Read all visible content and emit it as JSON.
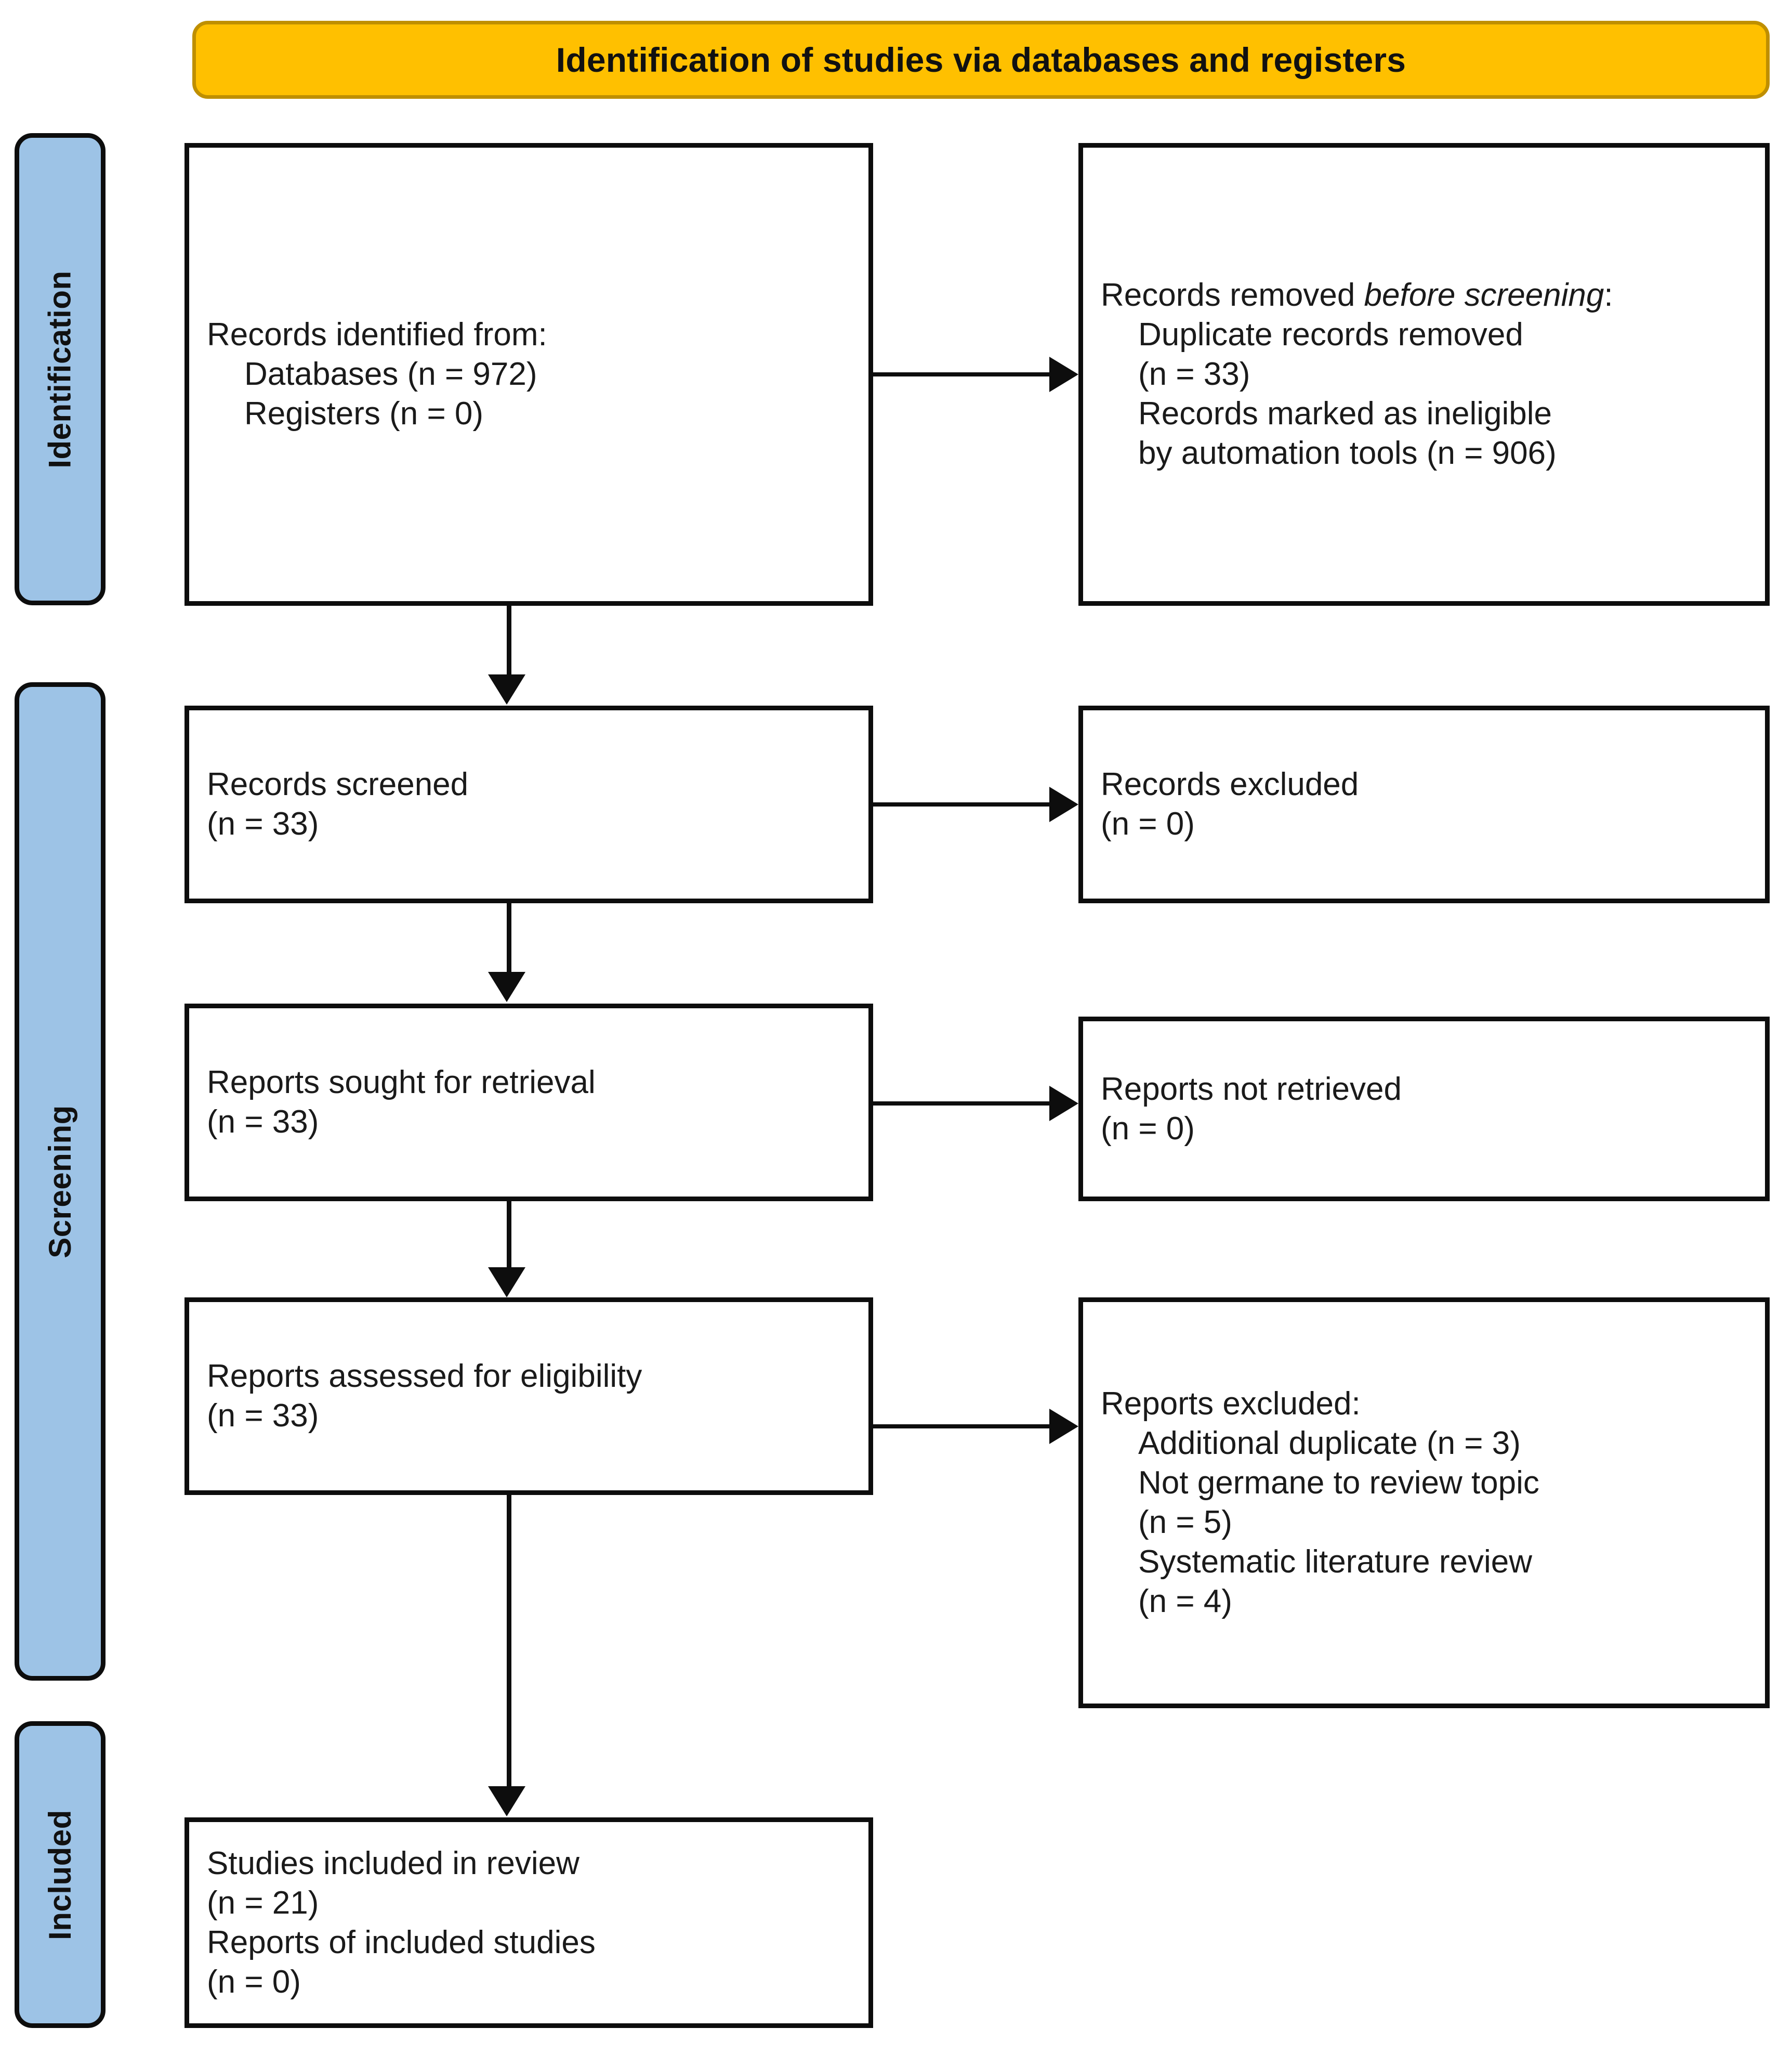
{
  "banner": {
    "title": "Identification of studies via databases and registers"
  },
  "phases": [
    {
      "id": "identification",
      "label": "Identification"
    },
    {
      "id": "screening",
      "label": "Screening"
    },
    {
      "id": "included",
      "label": "Included"
    }
  ],
  "boxes": {
    "identified": {
      "lines": [
        {
          "text": "Records identified from:",
          "indent": false
        },
        {
          "text": "Databases (n = 972)",
          "indent": true
        },
        {
          "text": "Registers (n = 0)",
          "indent": true
        }
      ]
    },
    "removed": {
      "lines": [
        {
          "text": "Records removed before screening:",
          "indent": false,
          "italic_from": "before"
        },
        {
          "text": "Duplicate records removed",
          "indent": true
        },
        {
          "text": "(n = 33)",
          "indent": true
        },
        {
          "text": "Records marked as ineligible",
          "indent": true
        },
        {
          "text": "by automation tools (n = 906)",
          "indent": true
        }
      ],
      "head_plain": "Records removed ",
      "head_italic": "before screening",
      "head_tail": ":"
    },
    "screened": {
      "lines": [
        {
          "text": "Records screened",
          "indent": false
        },
        {
          "text": "(n = 33)",
          "indent": false
        }
      ]
    },
    "excluded": {
      "lines": [
        {
          "text": "Records excluded",
          "indent": false
        },
        {
          "text": "(n = 0)",
          "indent": false
        }
      ]
    },
    "sought": {
      "lines": [
        {
          "text": "Reports sought for retrieval",
          "indent": false
        },
        {
          "text": "(n = 33)",
          "indent": false
        }
      ]
    },
    "not_retrieved": {
      "lines": [
        {
          "text": "Reports not retrieved",
          "indent": false
        },
        {
          "text": "(n = 0)",
          "indent": false
        }
      ]
    },
    "assessed": {
      "lines": [
        {
          "text": "Reports assessed for eligibility",
          "indent": false
        },
        {
          "text": "(n = 33)",
          "indent": false
        }
      ]
    },
    "reports_excluded": {
      "lines": [
        {
          "text": "Reports excluded:",
          "indent": false
        },
        {
          "text": "Additional duplicate (n = 3)",
          "indent": true
        },
        {
          "text": "Not germane to review topic",
          "indent": true
        },
        {
          "text": "(n = 5)",
          "indent": true
        },
        {
          "text": "Systematic literature review",
          "indent": true
        },
        {
          "text": "(n = 4)",
          "indent": true
        }
      ]
    },
    "included": {
      "lines": [
        {
          "text": "Studies included in review",
          "indent": false
        },
        {
          "text": "(n = 21)",
          "indent": false
        },
        {
          "text": "Reports of included studies",
          "indent": false
        },
        {
          "text": "(n = 0)",
          "indent": false
        }
      ]
    }
  },
  "chart_data": {
    "type": "diagram",
    "title": "Identification of studies via databases and registers",
    "diagram_kind": "PRISMA 2020 flow diagram",
    "phases": [
      "Identification",
      "Screening",
      "Included"
    ],
    "nodes": [
      {
        "id": "identified",
        "phase": "Identification",
        "column": "left",
        "label": "Records identified from:",
        "counts": {
          "Databases": 972,
          "Registers": 0
        }
      },
      {
        "id": "removed",
        "phase": "Identification",
        "column": "right",
        "label": "Records removed before screening:",
        "counts": {
          "Duplicate records removed": 33,
          "Records marked as ineligible by automation tools": 906
        }
      },
      {
        "id": "screened",
        "phase": "Screening",
        "column": "left",
        "label": "Records screened",
        "n": 33
      },
      {
        "id": "excluded",
        "phase": "Screening",
        "column": "right",
        "label": "Records excluded",
        "n": 0
      },
      {
        "id": "sought",
        "phase": "Screening",
        "column": "left",
        "label": "Reports sought for retrieval",
        "n": 33
      },
      {
        "id": "not_retrieved",
        "phase": "Screening",
        "column": "right",
        "label": "Reports not retrieved",
        "n": 0
      },
      {
        "id": "assessed",
        "phase": "Screening",
        "column": "left",
        "label": "Reports assessed for eligibility",
        "n": 33
      },
      {
        "id": "reports_excluded",
        "phase": "Screening",
        "column": "right",
        "label": "Reports excluded:",
        "counts": {
          "Additional duplicate": 3,
          "Not germane to review topic": 5,
          "Systematic literature review": 4
        }
      },
      {
        "id": "included",
        "phase": "Included",
        "column": "left",
        "label": "Studies included in review",
        "counts": {
          "Studies included in review": 21,
          "Reports of included studies": 0
        }
      }
    ],
    "edges": [
      {
        "from": "identified",
        "to": "removed",
        "direction": "horizontal"
      },
      {
        "from": "identified",
        "to": "screened",
        "direction": "vertical"
      },
      {
        "from": "screened",
        "to": "excluded",
        "direction": "horizontal"
      },
      {
        "from": "screened",
        "to": "sought",
        "direction": "vertical"
      },
      {
        "from": "sought",
        "to": "not_retrieved",
        "direction": "horizontal"
      },
      {
        "from": "sought",
        "to": "assessed",
        "direction": "vertical"
      },
      {
        "from": "assessed",
        "to": "reports_excluded",
        "direction": "horizontal"
      },
      {
        "from": "assessed",
        "to": "included",
        "direction": "vertical"
      }
    ],
    "colors": {
      "banner_fill": "#FFC000",
      "banner_border": "#BF8F00",
      "phase_fill": "#9DC3E6",
      "box_border": "#0D0D0D",
      "box_fill": "#FFFFFF",
      "text": "#1A1A1A"
    }
  }
}
